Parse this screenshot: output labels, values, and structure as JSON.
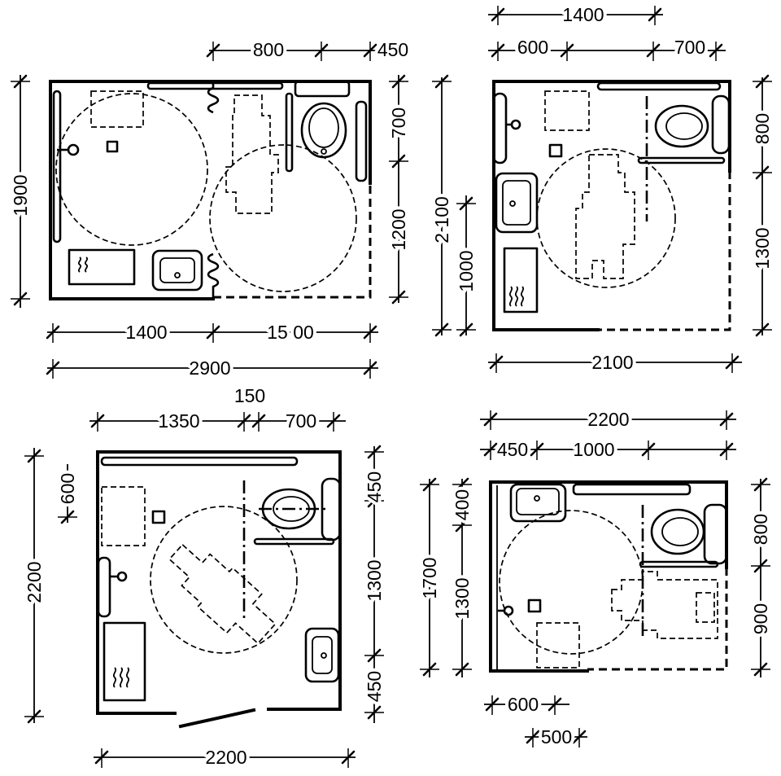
{
  "plan_1": {
    "dim_top_a": "800",
    "dim_top_b": "450",
    "dim_left": "1900",
    "dim_right_a": "700",
    "dim_right_b": "1200",
    "dim_bottom_a": "1400",
    "dim_bottom_b": "15 00",
    "dim_total": "2900"
  },
  "plan_2": {
    "dim_top_total": "1400",
    "dim_top_a": "600",
    "dim_top_b": "700",
    "dim_left_total": "2 100",
    "dim_left_a": "1000",
    "dim_right_a": "800",
    "dim_right_b": "1300",
    "dim_bottom": "2100"
  },
  "plan_3": {
    "dim_top_gap": "150",
    "dim_top_a": "1350",
    "dim_top_b": "700",
    "dim_left_a": "600",
    "dim_left_total": "2200",
    "dim_right_a": "450",
    "dim_right_b": "1300",
    "dim_right_c": "450",
    "dim_bottom": "2200"
  },
  "plan_4": {
    "dim_top_total": "2200",
    "dim_top_a": "450",
    "dim_top_b": "1000",
    "dim_left_total": "1700",
    "dim_left_a": "400",
    "dim_left_b": "1300",
    "dim_right_a": "800",
    "dim_right_b": "900",
    "dim_bottom_a": "600",
    "dim_bottom_b": "500"
  }
}
